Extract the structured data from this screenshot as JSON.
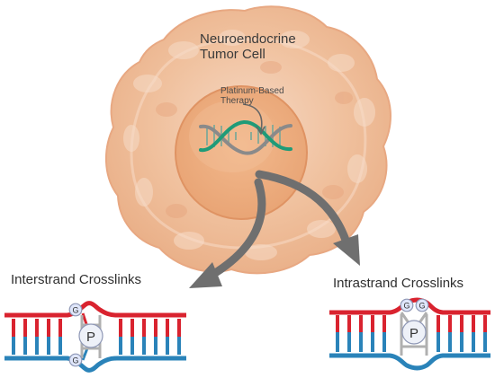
{
  "labels": {
    "cell_title_line1": "Neuroendocrine",
    "cell_title_line2": "Tumor Cell",
    "therapy_line1": "Platinum-Based",
    "therapy_line2": "Therapy",
    "left_crosslink": "Interstrand Crosslinks",
    "right_crosslink": "Intrastrand Crosslinks"
  },
  "symbols": {
    "guanine": "G",
    "platinum": "P"
  },
  "colors": {
    "cell_outer": "#f3c9a8",
    "cell_inner": "#efb88a",
    "nucleus": "#e9a676",
    "strand_red": "#d9232f",
    "strand_blue": "#2a83b9",
    "dna_green": "#1f9b78",
    "arrow_gray": "#6f6f6f"
  }
}
